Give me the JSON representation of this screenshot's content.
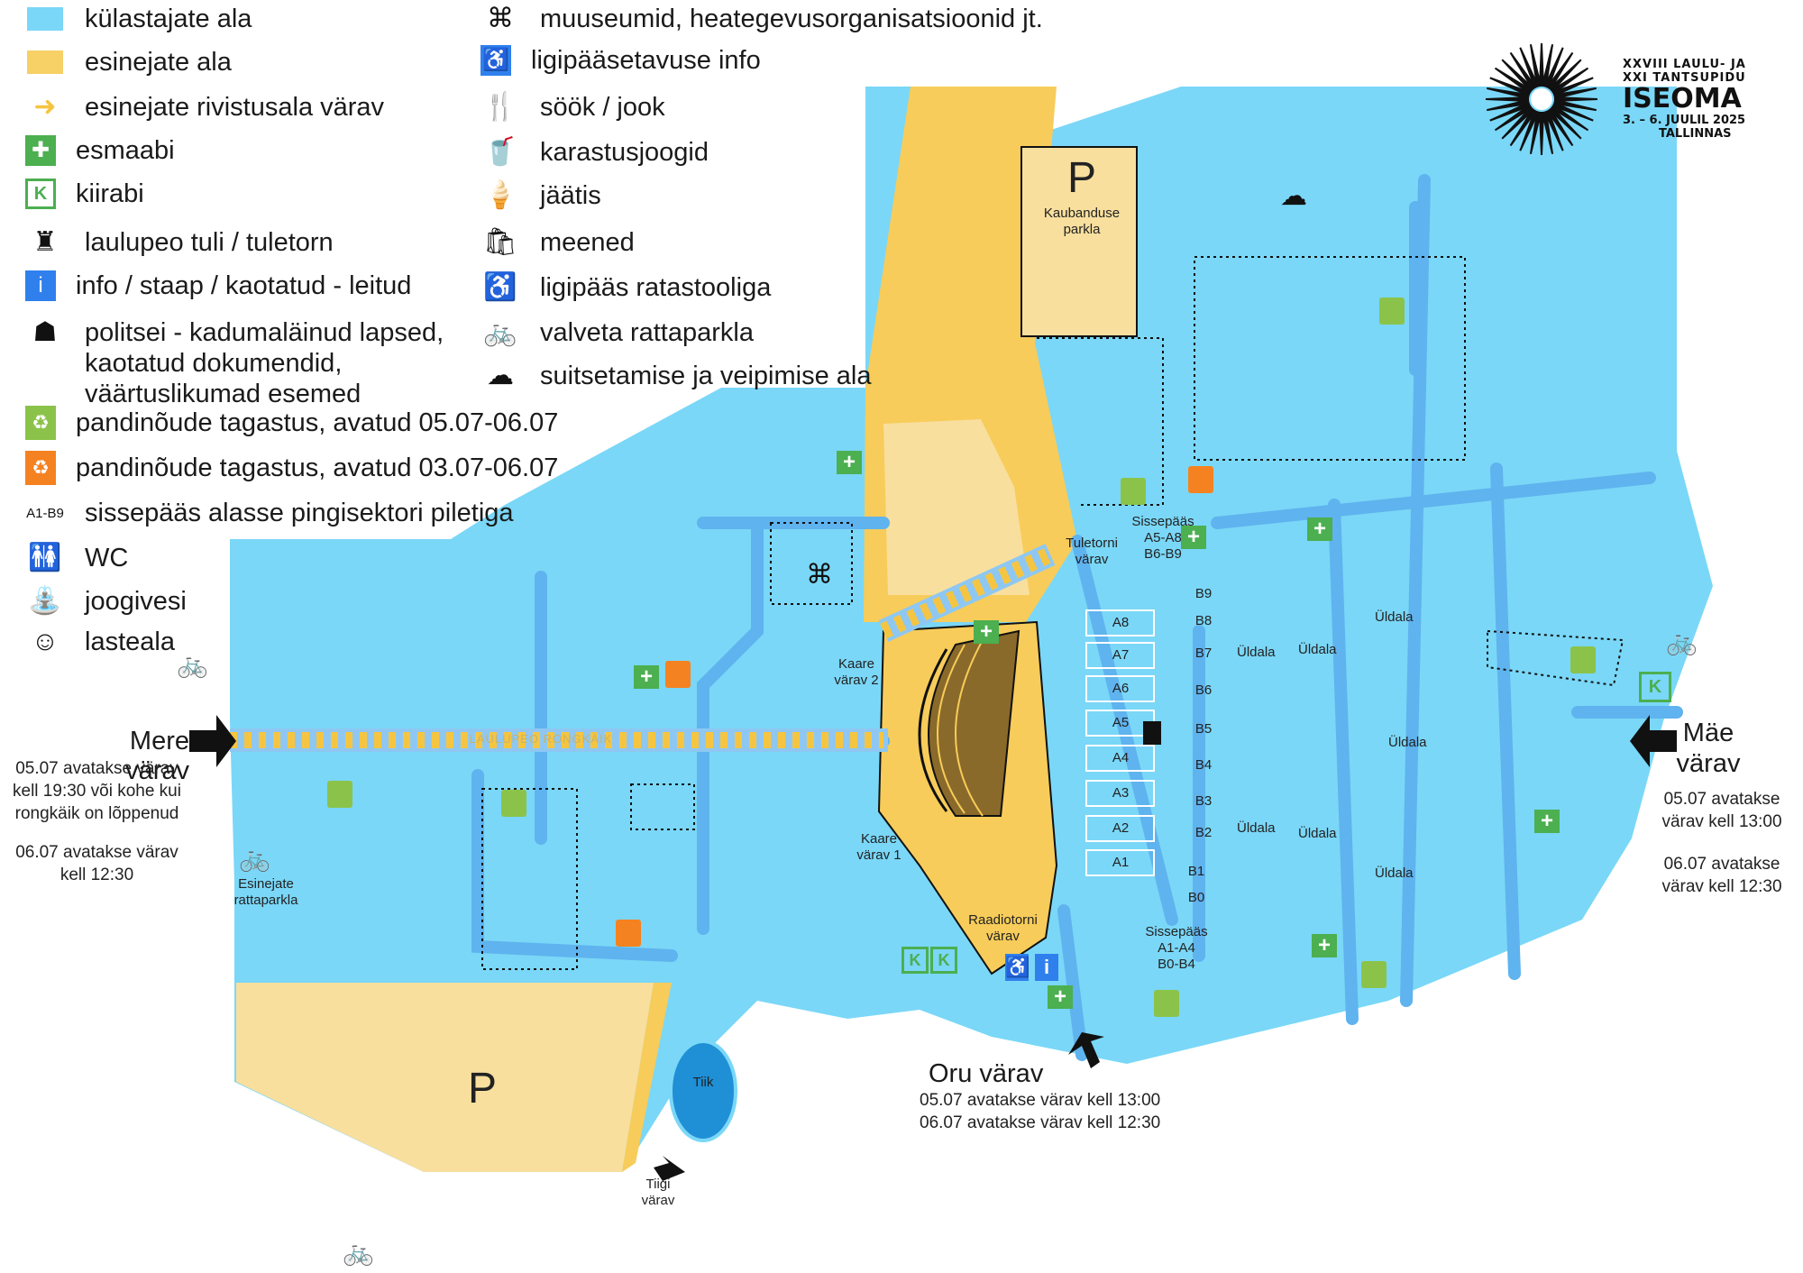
{
  "legend": [
    {
      "icon": "visitor-area-swatch",
      "text": "külastajate ala",
      "color": "#7ad7f7"
    },
    {
      "icon": "performer-area-swatch",
      "text": "esinejate ala",
      "color": "#f7d066"
    },
    {
      "icon": "arrow-right-icon",
      "text": "esinejate rivistusala värav",
      "color": "#f5c542"
    },
    {
      "icon": "first-aid-icon",
      "text": "esmaabi",
      "color": "#4caf50"
    },
    {
      "icon": "ambulance-icon",
      "text": "kiirabi",
      "color": "#4caf50"
    },
    {
      "icon": "torch-tower-icon",
      "text": "laulupeo tuli / tuletorn"
    },
    {
      "icon": "info-icon",
      "text": "info / staap / kaotatud - leitud",
      "color": "#2f80ed"
    },
    {
      "icon": "police-icon",
      "text": "politsei - kadumaläinud lapsed,"
    },
    {
      "icon": null,
      "text": "kaotatud dokumendid,"
    },
    {
      "icon": null,
      "text": "väärtuslikumad esemed"
    },
    {
      "icon": "deposit-return-green-icon",
      "text": "pandinõude tagastus, avatud 05.07-06.07",
      "color": "#8bc34a"
    },
    {
      "icon": "deposit-return-orange-icon",
      "text": "pandinõude tagastus, avatud 03.07-06.07",
      "color": "#f58220"
    },
    {
      "icon": "sector-code",
      "code": "A1-B9",
      "text": "sissepääs alasse pingisektori piletiga"
    },
    {
      "icon": "wc-icon",
      "text": "WC"
    },
    {
      "icon": "water-tap-icon",
      "text": "joogivesi"
    },
    {
      "icon": "playground-icon",
      "text": "lasteala"
    },
    {
      "icon": "museum-icon",
      "text": "muuseumid, heategevusorganisatsioonid jt."
    },
    {
      "icon": "accessibility-info-icon",
      "text": "ligipääsetavuse info",
      "color": "#2f80ed"
    },
    {
      "icon": "food-icon",
      "text": "söök / jook"
    },
    {
      "icon": "soft-drink-icon",
      "text": "karastusjoogid"
    },
    {
      "icon": "ice-cream-icon",
      "text": "jäätis"
    },
    {
      "icon": "souvenir-icon",
      "text": "meened"
    },
    {
      "icon": "wheelchair-icon",
      "text": "ligipääs ratastooliga"
    },
    {
      "icon": "bicycle-icon",
      "text": "valveta rattaparkla"
    },
    {
      "icon": "smoking-cloud-icon",
      "text": "suitsetamise ja veipimise ala"
    }
  ],
  "logo": {
    "line1": "XXVIII LAULU- JA",
    "line2": "XXI TANTSUPIDU",
    "name": "ISEOMA",
    "dates": "3. – 6. JUULIL 2025",
    "city": "TALLINNAS"
  },
  "gates": {
    "mere": {
      "title": "Mere värav",
      "note1": "05.07 avatakse värav",
      "note2": "kell 19:30 või kohe kui",
      "note3": "rongkäik on lõppenud",
      "note4": "06.07 avatakse värav",
      "note5": "kell 12:30"
    },
    "mae": {
      "title1": "Mäe",
      "title2": "värav",
      "note1": "05.07 avatakse",
      "note2": "värav kell 13:00",
      "note3": "06.07 avatakse",
      "note4": "värav kell 12:30"
    },
    "oru": {
      "title": "Oru värav",
      "note1": "05.07 avatakse värav kell 13:00",
      "note2": "06.07 avatakse värav kell 12:30"
    },
    "tiigi": {
      "line1": "Tiigi",
      "line2": "värav"
    }
  },
  "map_labels": {
    "parking_p": "P",
    "kaubanduse1": "Kaubanduse",
    "kaubanduse2": "parkla",
    "tuletorni1": "Tuletorni",
    "tuletorni2": "värav",
    "kaare2_1": "Kaare",
    "kaare2_2": "värav 2",
    "kaare1_1": "Kaare",
    "kaare1_2": "värav 1",
    "raadio1": "Raadiotorni",
    "raadio2": "värav",
    "sisse_top1": "Sissepääs",
    "sisse_top2": "A5-A8",
    "sisse_top3": "B6-B9",
    "sisse_bot1": "Sissepääs",
    "sisse_bot2": "A1-A4",
    "sisse_bot3": "B0-B4",
    "esinejate1": "Esinejate",
    "esinejate2": "rattaparkla",
    "tiik": "Tiik",
    "rongkaik": "LAULUPEO RONGKÄIK",
    "uldala": "Üldala",
    "sectorsA": [
      "A8",
      "A7",
      "A6",
      "A5",
      "A4",
      "A3",
      "A2",
      "A1"
    ],
    "sectorsB": [
      "B9",
      "B8",
      "B7",
      "B6",
      "B5",
      "B4",
      "B3",
      "B2",
      "B1",
      "B0"
    ],
    "kiirabi_k": "K"
  },
  "colors": {
    "visitor": "#7ad7f7",
    "path": "#5fb3ee",
    "performer": "#f7cc5a",
    "performer_light": "#f8df9e",
    "pond": "#1f8fd6",
    "green": "#4caf50",
    "orange": "#f58220",
    "black": "#111111"
  }
}
